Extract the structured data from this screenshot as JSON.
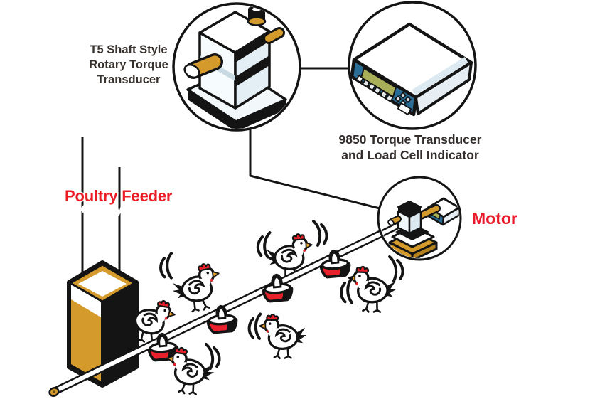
{
  "labels": {
    "t5_line1": "T5 Shaft Style",
    "t5_line2": "Rotary Torque",
    "t5_line3": "Transducer",
    "indicator_line1": "9850 Torque Transducer",
    "indicator_line2": "and Load Cell Indicator",
    "poultry_feeder": "Poultry Feeder",
    "motor": "Motor"
  },
  "scene": {
    "chicken_count": 6,
    "bell_feeder_count": 4,
    "callouts": [
      {
        "name": "t5-rotary-torque-transducer",
        "shape": "circle"
      },
      {
        "name": "9850-torque-transducer-load-cell-indicator",
        "shape": "circle"
      },
      {
        "name": "motor-drive-assembly",
        "shape": "circle"
      }
    ],
    "illustrations": [
      "feed-hopper",
      "feed-auger-tube",
      "suspension-wires",
      "bell-feeders",
      "chickens",
      "rotary-torque-transducer",
      "load-cell-indicator",
      "motor-with-transducer"
    ]
  },
  "colors": {
    "accent_red": "#e8212c",
    "label_red": "#ec1c27",
    "motor_red": "#e8192b",
    "gold": "#d49a2b",
    "outline": "#141414",
    "panel_blue": "#2a6d96",
    "display_olive": "#a9ae58",
    "device_tint": "#dce9f0",
    "text_dark": "#332d2b"
  }
}
